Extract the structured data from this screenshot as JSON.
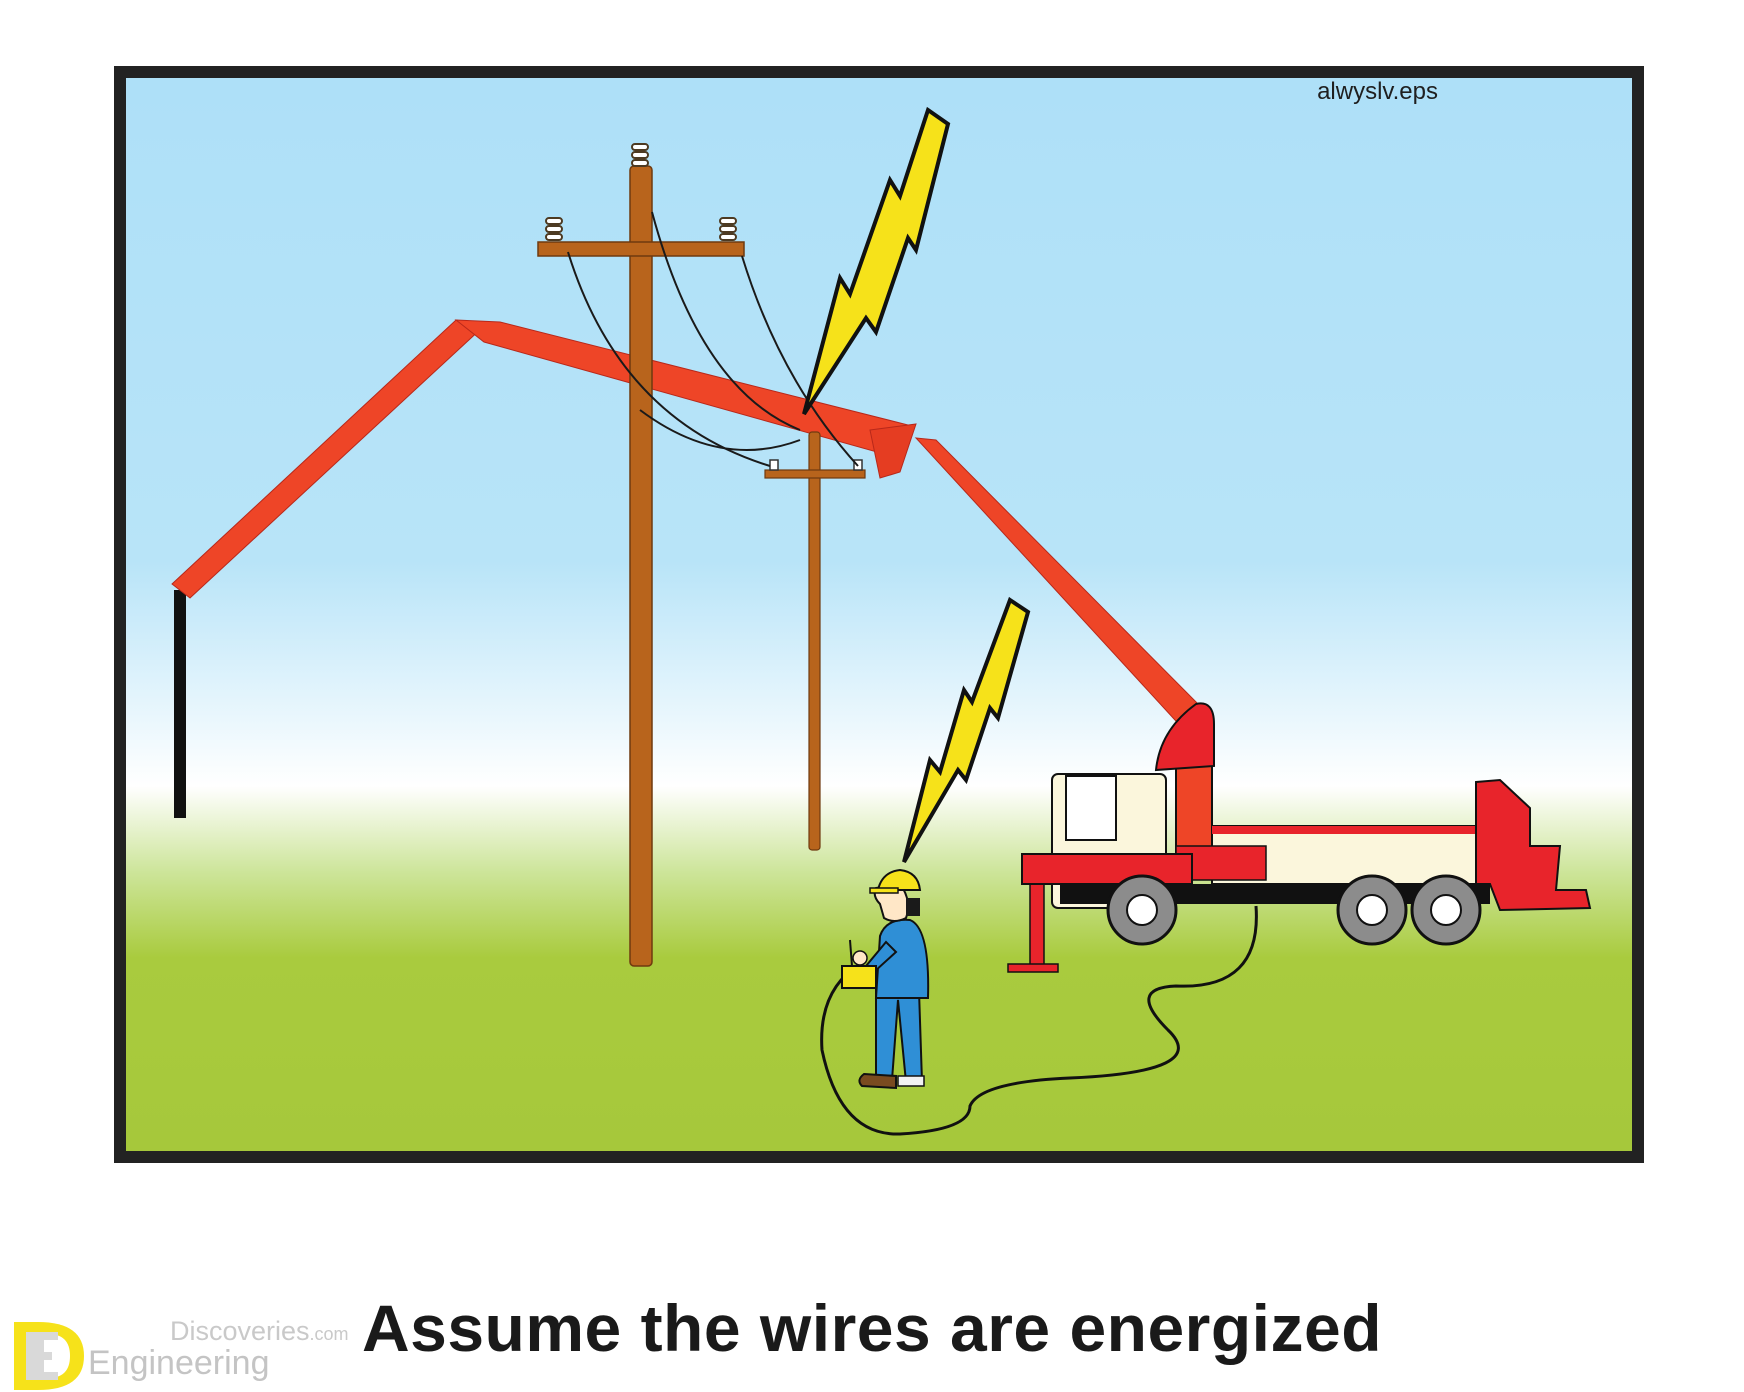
{
  "illustration": {
    "credit": "alwyslv.eps",
    "caption": "Assume the wires are energized"
  },
  "watermark": {
    "top_text": "Discoveries",
    "top_suffix": ".com",
    "bottom_text": "Engineering"
  },
  "colors": {
    "sky_top": "#aee0f8",
    "sky_horizon": "#ffffff",
    "grass": "#a9cb3e",
    "boom": "#ee4527",
    "pole": "#b8641c",
    "bolt": "#f6e21a",
    "truck_cab": "#fbf6dc",
    "truck_red": "#e8242b",
    "worker_blue": "#2f8fd6",
    "frame": "#222222"
  }
}
